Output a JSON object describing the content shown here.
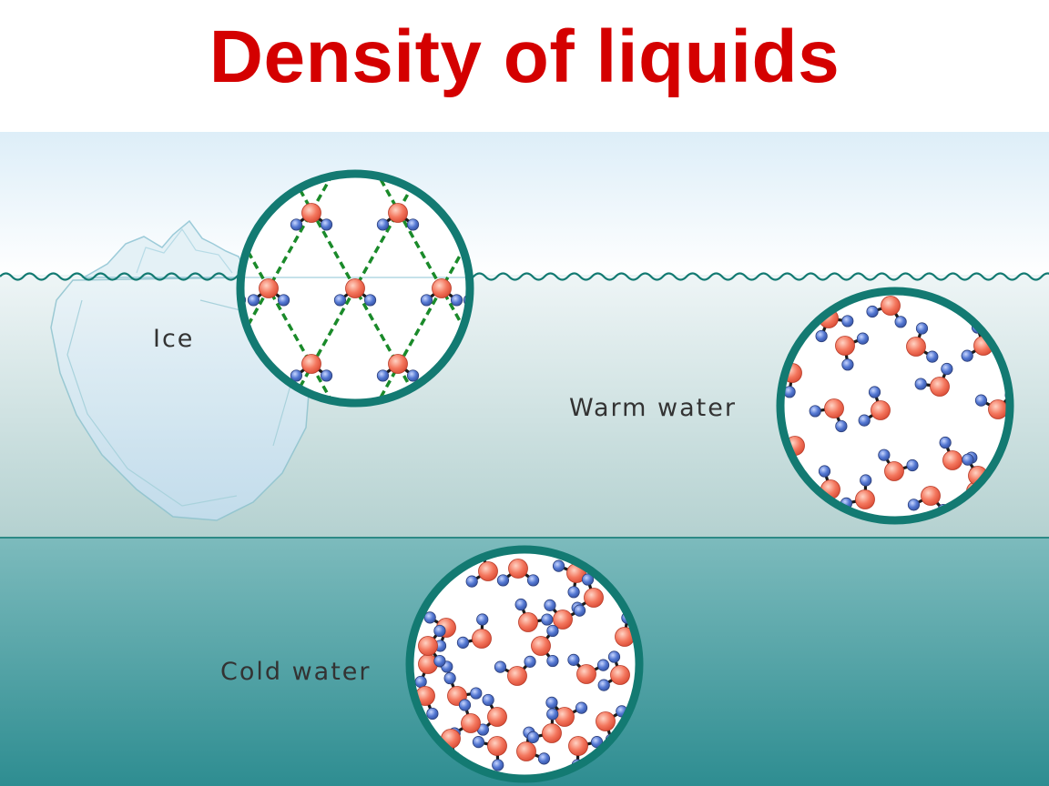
{
  "title": "Density of liquids",
  "labels": {
    "ice": "Ice",
    "warm_water": "Warm water",
    "cold_water": "Cold water"
  },
  "colors": {
    "title": "#d40000",
    "circle_border": "#137a72",
    "oxygen": "#f36e58",
    "hydrogen": "#4a6cc8",
    "hydrogen_bond": "#1a8a2a",
    "cold_water": "#3c9598",
    "warm_water": "#c9dddc",
    "sky": "#f2f8fc"
  },
  "icons": [
    "iceberg-icon",
    "water-molecule-icon",
    "hydrogen-bond-icon"
  ]
}
